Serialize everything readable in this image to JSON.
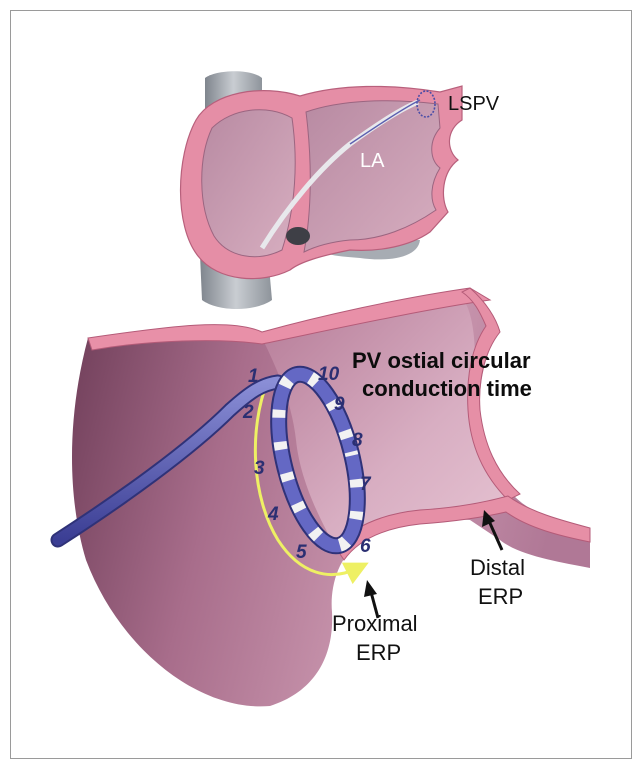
{
  "labels": {
    "lspv": "LSPV",
    "la": "LA",
    "title_line1": "PV ostial circular",
    "title_line2": "conduction time",
    "distal_line1": "Distal",
    "distal_line2": "ERP",
    "proximal_line1": "Proximal",
    "proximal_line2": "ERP"
  },
  "electrodes": {
    "e1": "1",
    "e2": "2",
    "e3": "3",
    "e4": "4",
    "e5": "5",
    "e6": "6",
    "e7": "7",
    "e8": "8",
    "e9": "9",
    "e10": "10"
  },
  "colors": {
    "tissue": "#c88aa5",
    "tissue_dark": "#7d4c66",
    "wall": "#e08aa3",
    "vein_gray": "#a7acb3",
    "catheter": "#4b4ea8",
    "arrow_yellow": "#eef064"
  }
}
